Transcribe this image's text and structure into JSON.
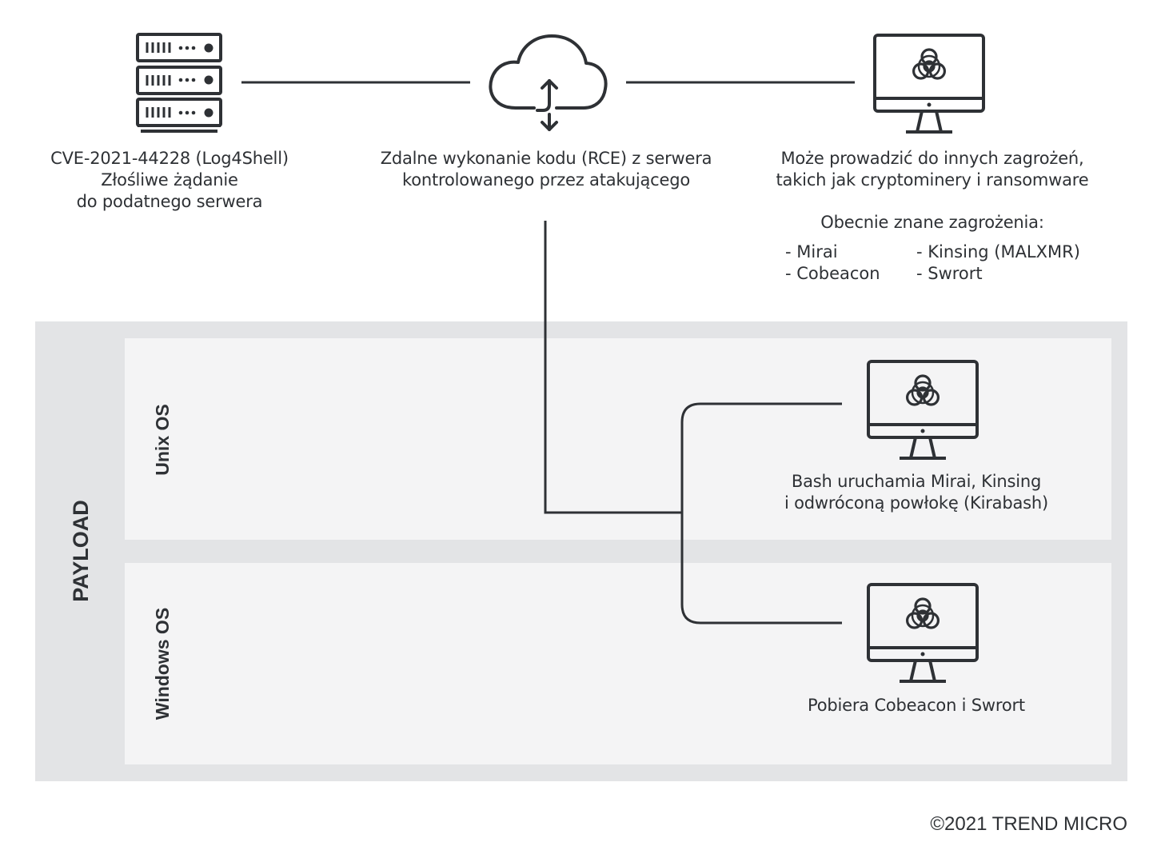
{
  "nodes": {
    "server": {
      "icon": "server-rack-icon",
      "lines": [
        "CVE-2021-44228 (Log4Shell)",
        "Złośliwe żądanie",
        "do podatnego serwera"
      ]
    },
    "cloud": {
      "icon": "cloud-sync-icon",
      "lines": [
        "Zdalne wykonanie kodu (RCE) z serwera",
        "kontrolowanego przez atakującego"
      ]
    },
    "monitor_top": {
      "icon": "biohazard-monitor-icon",
      "lines": [
        "Może prowadzić do innych zagrożeń,",
        "takich jak cryptominery i ransomware"
      ],
      "known_title": "Obecnie znane zagrożenia:",
      "threats_left": [
        "- Mirai",
        "- Cobeacon"
      ],
      "threats_right": [
        "- Kinsing (MALXMR)",
        "- Swrort"
      ]
    }
  },
  "payload": {
    "label": "PAYLOAD",
    "lanes": [
      {
        "name": "Unix OS",
        "icon": "biohazard-monitor-icon",
        "lines": [
          "Bash uruchamia Mirai, Kinsing",
          "i odwróconą powłokę (Kirabash)"
        ]
      },
      {
        "name": "Windows OS",
        "icon": "biohazard-monitor-icon",
        "lines": [
          "Pobiera Cobeacon i Swrort"
        ]
      }
    ]
  },
  "copyright": "©2021 TREND MICRO",
  "colors": {
    "stroke": "#2e3135",
    "payload_bg": "#e3e4e6",
    "lane_bg": "#f4f4f5"
  }
}
